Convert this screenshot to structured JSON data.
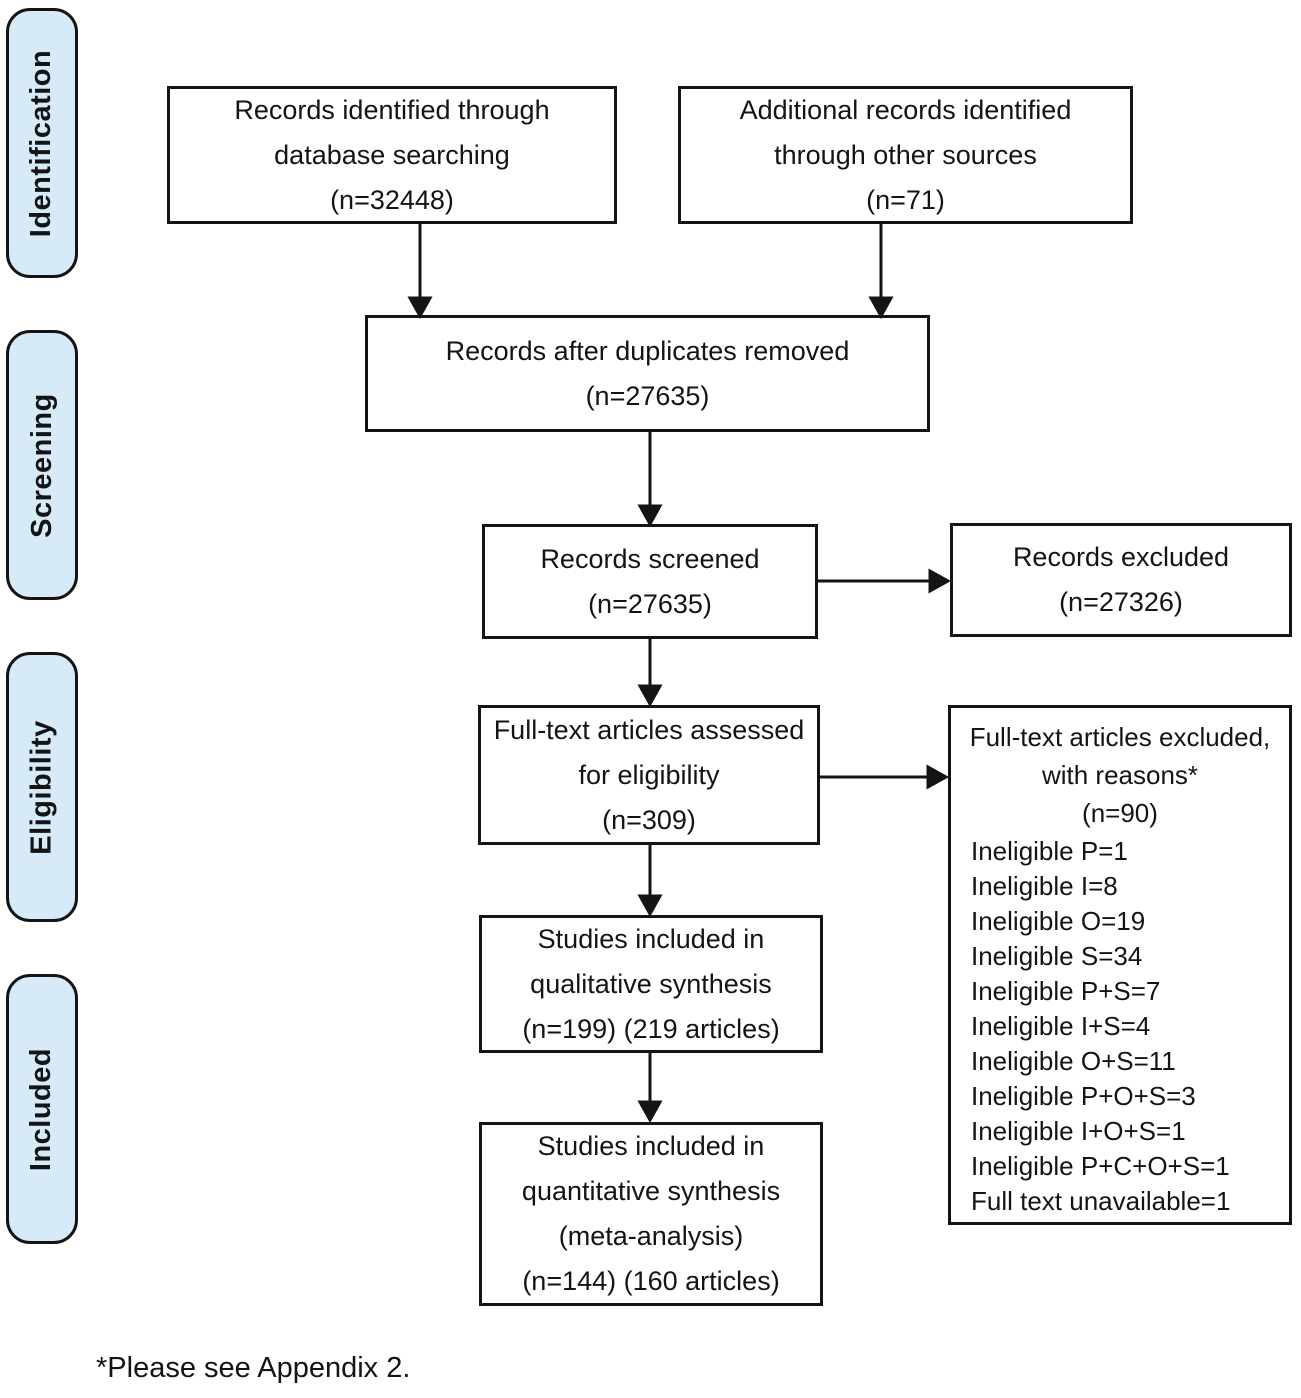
{
  "page": {
    "footnote": "*Please see Appendix 2."
  },
  "colors": {
    "stage_fill": "#d7eaf8",
    "border": "#141414",
    "text": "#141414",
    "background": "#ffffff"
  },
  "stages": {
    "identification": "Identification",
    "screening": "Screening",
    "eligibility": "Eligibility",
    "included": "Included"
  },
  "nodes": {
    "identified": {
      "lines": [
        "Records identified through",
        "database searching",
        "(n=32448)"
      ]
    },
    "additional": {
      "lines": [
        "Additional records identified",
        "through other sources",
        "(n=71)"
      ]
    },
    "deduplicated": {
      "lines": [
        "Records after duplicates removed",
        "(n=27635)"
      ]
    },
    "screened": {
      "lines": [
        "Records screened",
        "(n=27635)"
      ]
    },
    "excluded": {
      "lines": [
        "Records excluded",
        "(n=27326)"
      ]
    },
    "fulltext_assessed": {
      "lines": [
        "Full-text articles assessed",
        "for eligibility",
        "(n=309)"
      ]
    },
    "fulltext_excluded": {
      "header_lines": [
        "Full-text articles excluded,",
        "with reasons*",
        "(n=90)"
      ],
      "reasons": [
        "Ineligible P=1",
        "Ineligible I=8",
        "Ineligible O=19",
        "Ineligible S=34",
        "Ineligible P+S=7",
        "Ineligible I+S=4",
        "Ineligible O+S=11",
        "Ineligible P+O+S=3",
        "Ineligible I+O+S=1",
        "Ineligible P+C+O+S=1",
        "Full text unavailable=1"
      ]
    },
    "qualitative": {
      "lines": [
        "Studies included in",
        "qualitative synthesis",
        "(n=199) (219 articles)"
      ]
    },
    "quantitative": {
      "lines": [
        "Studies included in",
        "quantitative synthesis",
        "(meta-analysis)",
        "(n=144) (160 articles)"
      ]
    }
  }
}
